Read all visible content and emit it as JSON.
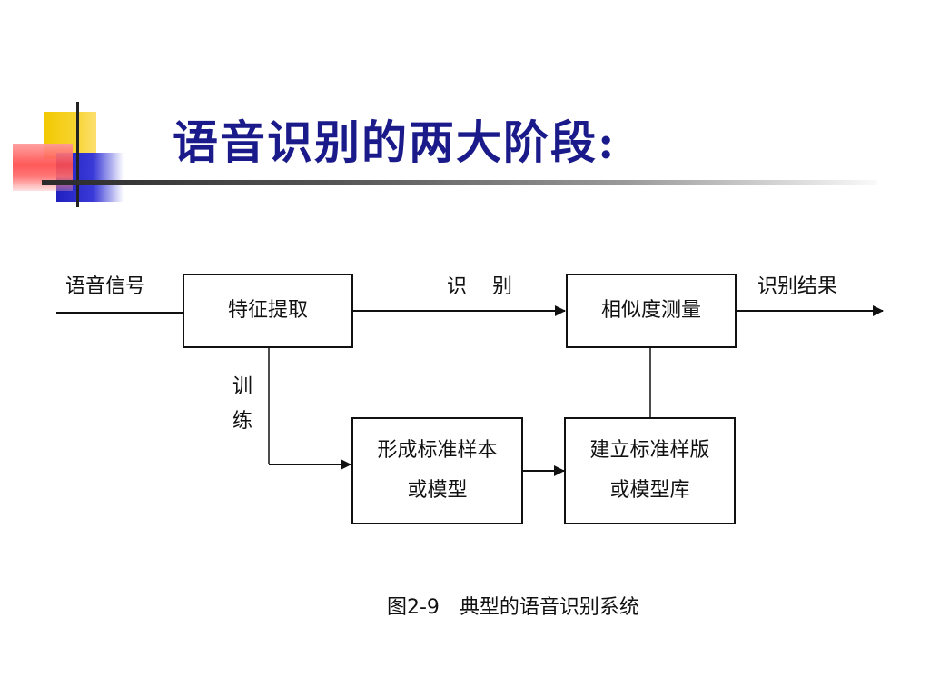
{
  "slide": {
    "title": "语音识别的两大阶段:"
  },
  "diagram": {
    "nodes": {
      "feature_extraction": "特征提取",
      "similarity": "相似度测量",
      "standard_sample_line1": "形成标准样本",
      "standard_sample_line2": "或模型",
      "template_lib_line1": "建立标准样版",
      "template_lib_line2": "或模型库"
    },
    "edge_labels": {
      "input": "语音信号",
      "recognition": "识　别",
      "output": "识别结果",
      "training_char1": "训",
      "training_char2": "练"
    },
    "caption": "图2-9　典型的语音识别系统"
  },
  "colors": {
    "title": "#1a1a8a",
    "line": "#111111"
  }
}
